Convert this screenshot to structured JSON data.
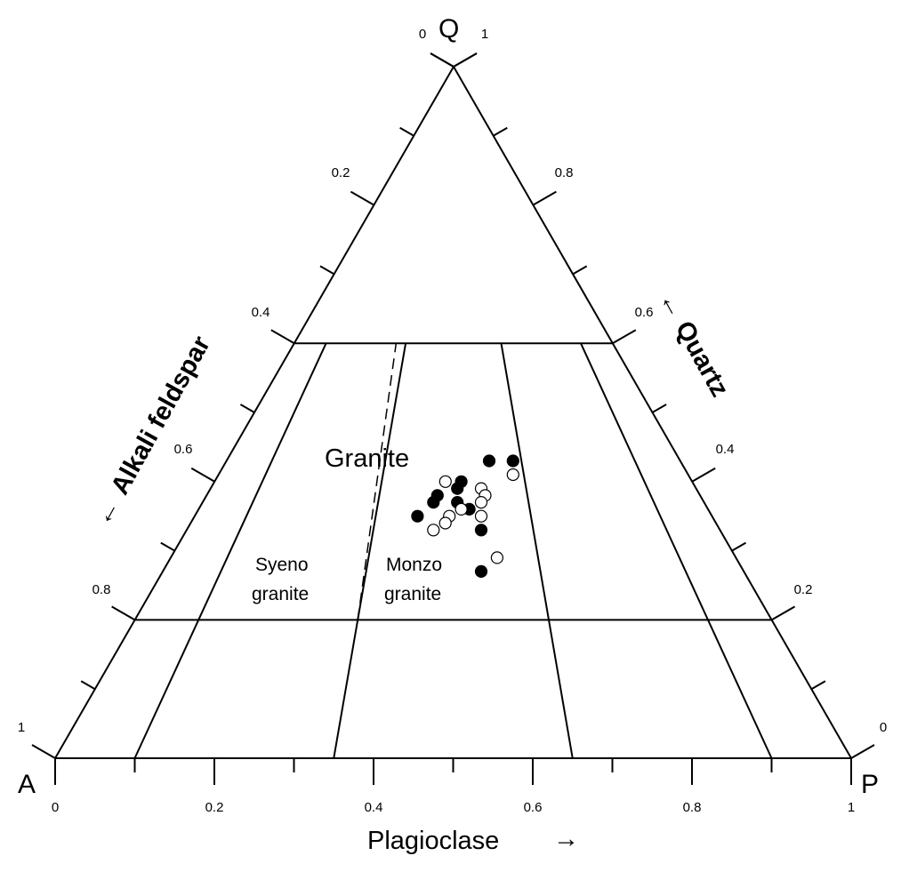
{
  "vertices": {
    "top": "Q",
    "left": "A",
    "right": "P"
  },
  "axes": {
    "bottom": {
      "title": "Plagioclase",
      "arrow": "→",
      "ticks": [
        "0",
        "0.2",
        "0.4",
        "0.6",
        "0.8",
        "1"
      ]
    },
    "left": {
      "title": "Alkali feldspar",
      "arrow": "←",
      "ticks": [
        "0",
        "0.2",
        "0.4",
        "0.6",
        "0.8",
        "1"
      ]
    },
    "right": {
      "title": "Quartz",
      "arrow": "←",
      "ticks": [
        "1",
        "0.8",
        "0.6",
        "0.4",
        "0.2",
        "0"
      ]
    }
  },
  "regions": {
    "granite": "Granite",
    "syeno_1": "Syeno",
    "syeno_2": "granite",
    "monzo_1": "Monzo",
    "monzo_2": "granite"
  },
  "chart_data": {
    "type": "scatter",
    "coordinate_system": "ternary",
    "components": [
      "Q",
      "A",
      "P"
    ],
    "fields": [
      {
        "kind": "q_boundary",
        "q": 0.6
      },
      {
        "kind": "q_boundary",
        "q": 0.2
      },
      {
        "kind": "p_ratio",
        "ratio": 0.1
      },
      {
        "kind": "p_ratio",
        "ratio": 0.35
      },
      {
        "kind": "p_ratio",
        "ratio": 0.65
      },
      {
        "kind": "p_ratio",
        "ratio": 0.9
      },
      {
        "kind": "p_ratio_dashed",
        "ratio": 0.35,
        "q_from": 0.2,
        "q_to": 0.6
      }
    ],
    "series": [
      {
        "marker": "filled",
        "points": [
          {
            "q": 0.43,
            "p": 0.33
          },
          {
            "q": 0.43,
            "p": 0.36
          },
          {
            "q": 0.4,
            "p": 0.31
          },
          {
            "q": 0.39,
            "p": 0.31
          },
          {
            "q": 0.38,
            "p": 0.29
          },
          {
            "q": 0.37,
            "p": 0.29
          },
          {
            "q": 0.37,
            "p": 0.32
          },
          {
            "q": 0.35,
            "p": 0.28
          },
          {
            "q": 0.36,
            "p": 0.34
          },
          {
            "q": 0.33,
            "p": 0.37
          },
          {
            "q": 0.27,
            "p": 0.4
          }
        ]
      },
      {
        "marker": "open",
        "points": [
          {
            "q": 0.41,
            "p": 0.37
          },
          {
            "q": 0.4,
            "p": 0.29
          },
          {
            "q": 0.39,
            "p": 0.34
          },
          {
            "q": 0.38,
            "p": 0.35
          },
          {
            "q": 0.37,
            "p": 0.35
          },
          {
            "q": 0.36,
            "p": 0.33
          },
          {
            "q": 0.35,
            "p": 0.32
          },
          {
            "q": 0.34,
            "p": 0.32
          },
          {
            "q": 0.35,
            "p": 0.36
          },
          {
            "q": 0.33,
            "p": 0.31
          },
          {
            "q": 0.29,
            "p": 0.41
          }
        ]
      }
    ]
  }
}
